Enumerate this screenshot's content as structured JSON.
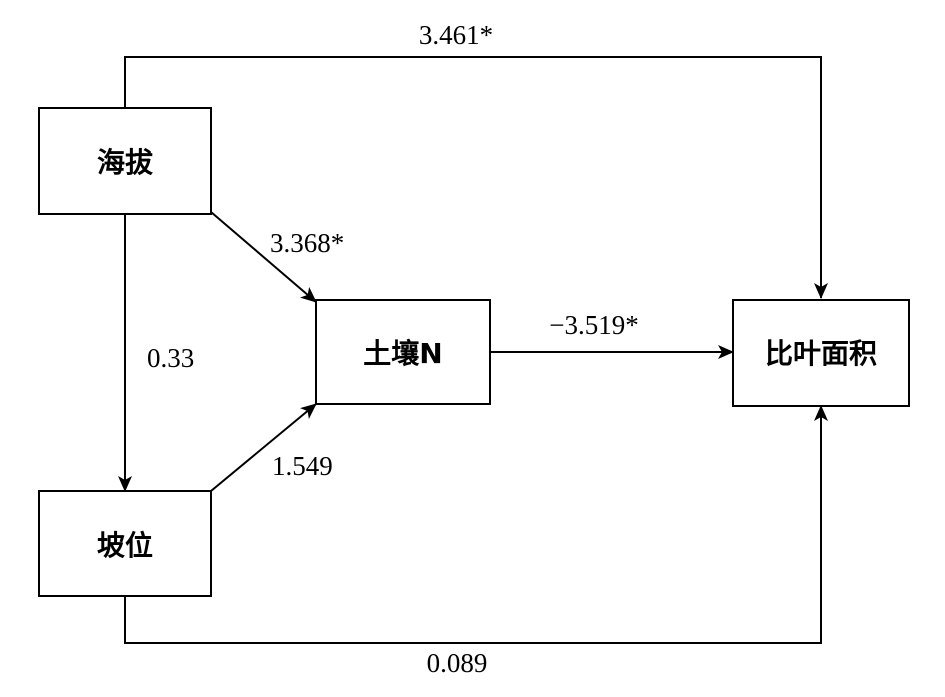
{
  "nodes": {
    "altitude": "海拔",
    "slope_position": "坡位",
    "soil_n": "土壤N",
    "sla": "比叶面积"
  },
  "edges": {
    "altitude_to_sla": "3.461*",
    "altitude_to_soil_n": "3.368*",
    "altitude_to_slope_position": "0.33",
    "slope_position_to_soil_n": "1.549",
    "soil_n_to_sla": "−3.519*",
    "slope_position_to_sla": "0.089"
  }
}
